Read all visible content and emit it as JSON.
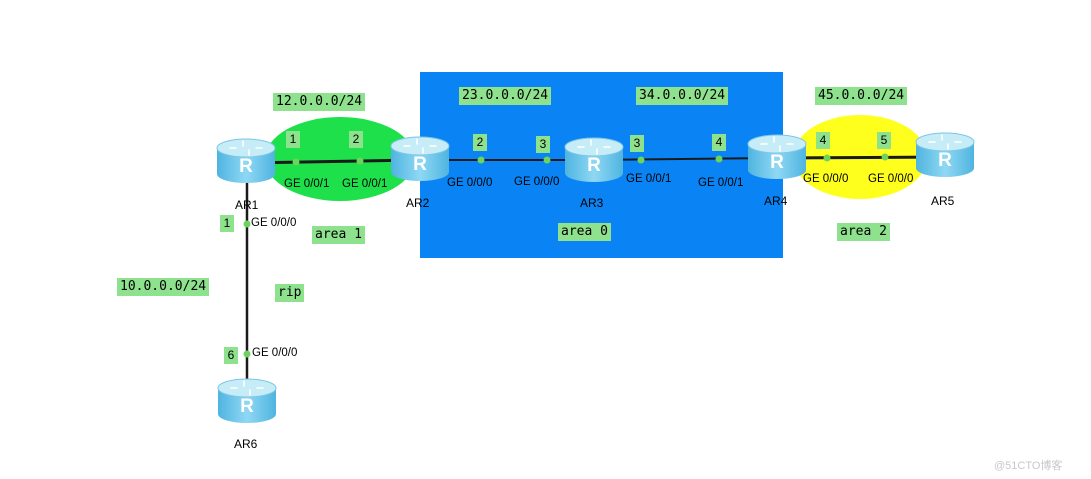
{
  "colors": {
    "area0": "#0a84f5",
    "area1": "#1ee04a",
    "area2": "#ffff1e",
    "label_bg": "#8ee28e",
    "link": "#1a1a1a",
    "port": "#6cd45c",
    "router_top": "#c6ecf8",
    "router_body": "#5ec2ea"
  },
  "icons": {
    "router": "router-icon"
  },
  "networks": {
    "net12": "12.0.0.0/24",
    "net23": "23.0.0.0/24",
    "net34": "34.0.0.0/24",
    "net45": "45.0.0.0/24",
    "net10": "10.0.0.0/24"
  },
  "areas": {
    "area0": "area 0",
    "area1": "area 1",
    "area2": "area 2",
    "rip": "rip"
  },
  "routers": {
    "ar1": "AR1",
    "ar2": "AR2",
    "ar3": "AR3",
    "ar4": "AR4",
    "ar5": "AR5",
    "ar6": "AR6"
  },
  "hosts": {
    "ar1_to_ar2": "1",
    "ar2_to_ar1": "2",
    "ar2_to_ar3": "2",
    "ar3_to_ar2": "3",
    "ar3_to_ar4": "3",
    "ar4_to_ar3": "4",
    "ar4_to_ar5": "4",
    "ar5_to_ar4": "5",
    "ar1_to_ar6": "1",
    "ar6_to_ar1": "6"
  },
  "interfaces": {
    "ar1_g001": "GE 0/0/1",
    "ar2_g001": "GE 0/0/1",
    "ar2_g000": "GE 0/0/0",
    "ar3_g000": "GE 0/0/0",
    "ar3_g001": "GE 0/0/1",
    "ar4_g001": "GE 0/0/1",
    "ar4_g000": "GE 0/0/0",
    "ar5_g000": "GE 0/0/0",
    "ar1_g000": "GE 0/0/0",
    "ar6_g000": "GE 0/0/0"
  },
  "watermark": "@51CTO博客"
}
